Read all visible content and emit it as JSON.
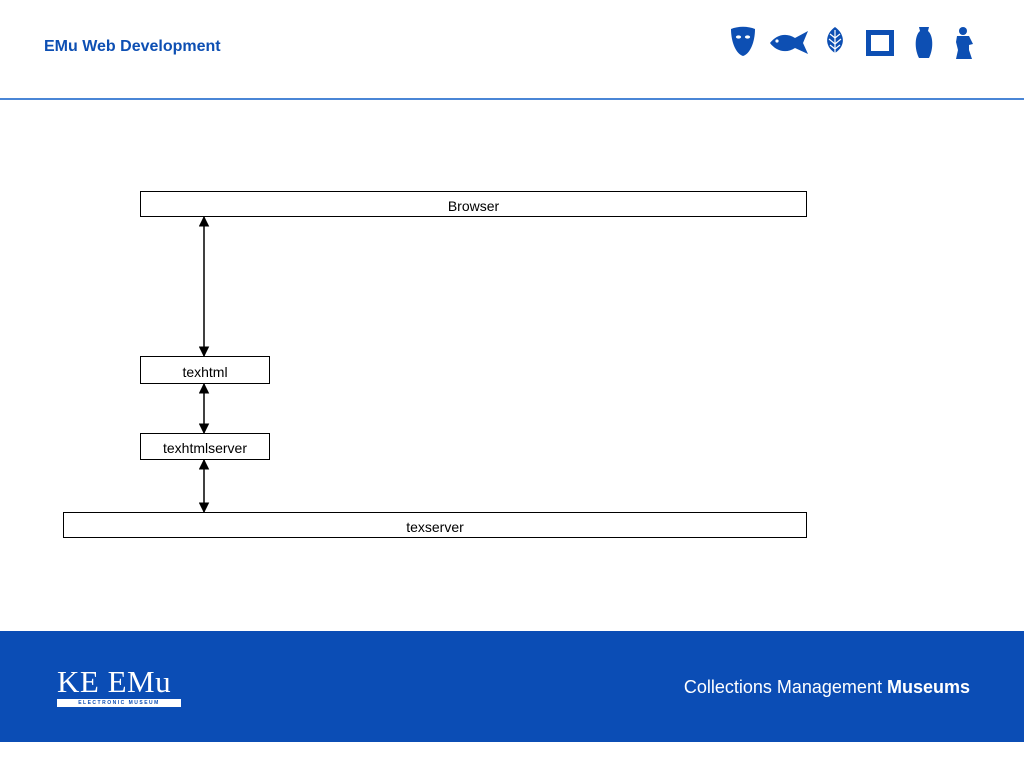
{
  "header": {
    "title": "EMu Web Development",
    "icons": [
      "mask-icon",
      "fish-icon",
      "leaf-icon",
      "frame-icon",
      "vase-icon",
      "statue-icon"
    ],
    "accent_color": "#0d4fb3"
  },
  "diagram": {
    "nodes": {
      "browser": "Browser",
      "texhtml": "texhtml",
      "texhtmlserver": "texhtmlserver",
      "texserver": "texserver"
    },
    "edges": [
      {
        "from": "browser",
        "to": "texhtml",
        "type": "bidirectional"
      },
      {
        "from": "texhtml",
        "to": "texhtmlserver",
        "type": "bidirectional"
      },
      {
        "from": "texhtmlserver",
        "to": "texserver",
        "type": "bidirectional"
      }
    ]
  },
  "footer": {
    "logo_text": "KE EMu",
    "logo_subtext": "ELECTRONIC MUSEUM",
    "tagline_regular": "Collections Management",
    "tagline_bold": "Museums",
    "background_color": "#0b4db5"
  }
}
